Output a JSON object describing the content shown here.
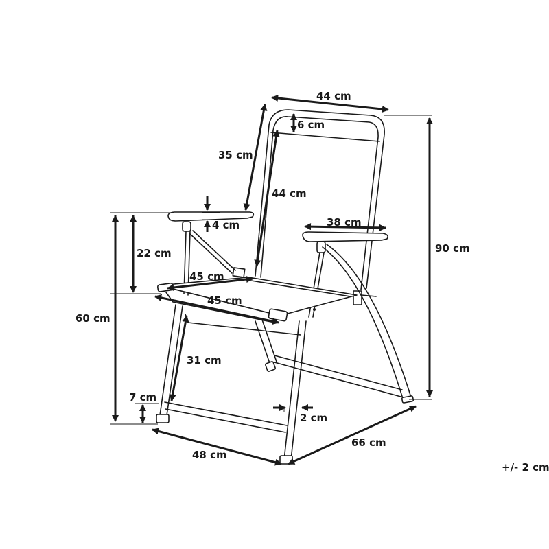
{
  "dimensions": {
    "seat_back_width": "44 cm",
    "back_band": "6 cm",
    "back_upper_length": "35 cm",
    "back_height": "44 cm",
    "armrest_thickness": "4 cm",
    "armrest_length": "38 cm",
    "armrest_height": "22 cm",
    "seat_width": "45 cm",
    "seat_depth": "45 cm",
    "total_height": "90 cm",
    "seat_height": "60 cm",
    "leg_height": "31 cm",
    "bottom_bar": "7 cm",
    "tube_diameter": "2 cm",
    "base_width": "48 cm",
    "base_depth": "66 cm"
  },
  "tolerance": "+/- 2 cm"
}
